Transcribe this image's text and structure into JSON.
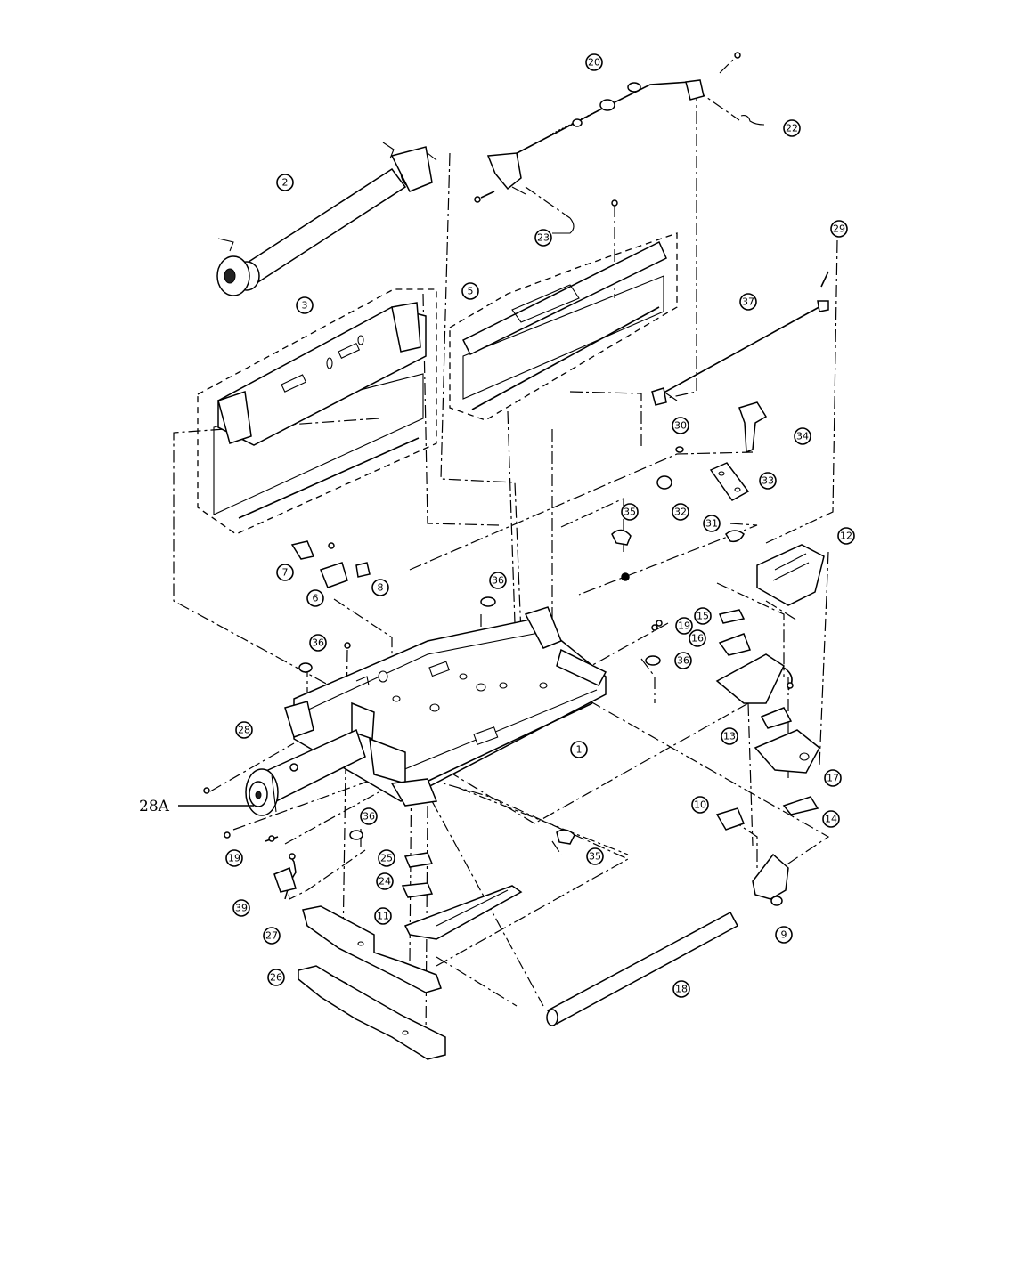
{
  "callouts": {
    "c1": "1",
    "c2": "2",
    "c3": "3",
    "c5": "5",
    "c6": "6",
    "c7": "7",
    "c8": "8",
    "c9": "9",
    "c10": "10",
    "c11": "11",
    "c12": "12",
    "c13": "13",
    "c14": "14",
    "c15": "15",
    "c16": "16",
    "c17": "17",
    "c18": "18",
    "c19a": "19",
    "c19b": "19",
    "c20": "20",
    "c22": "22",
    "c23": "23",
    "c24": "24",
    "c25": "25",
    "c26": "26",
    "c27": "27",
    "c28": "28",
    "c29": "29",
    "c30": "30",
    "c31": "31",
    "c32": "32",
    "c33": "33",
    "c34": "34",
    "c35a": "35",
    "c35b": "35",
    "c36a": "36",
    "c36b": "36",
    "c36c": "36",
    "c36d": "36",
    "c37": "37",
    "c39": "39"
  },
  "labels": {
    "label_28a": "28A"
  }
}
